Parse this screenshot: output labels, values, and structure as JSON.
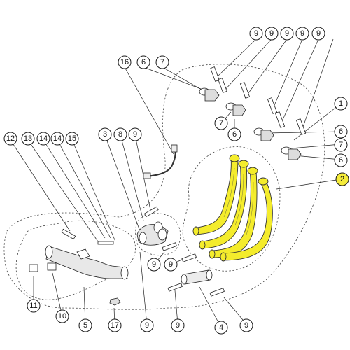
{
  "diagram": {
    "highlight_color": "#f5ec3a",
    "callouts": [
      {
        "id": "9a",
        "label": "9"
      },
      {
        "id": "9b",
        "label": "9"
      },
      {
        "id": "9c",
        "label": "9"
      },
      {
        "id": "9d",
        "label": "9"
      },
      {
        "id": "9e",
        "label": "9"
      },
      {
        "id": "16",
        "label": "16"
      },
      {
        "id": "6a",
        "label": "6"
      },
      {
        "id": "7a",
        "label": "7"
      },
      {
        "id": "1",
        "label": "1"
      },
      {
        "id": "7b",
        "label": "7"
      },
      {
        "id": "6b",
        "label": "6"
      },
      {
        "id": "6c",
        "label": "6"
      },
      {
        "id": "7c",
        "label": "7"
      },
      {
        "id": "6d",
        "label": "6"
      },
      {
        "id": "2",
        "label": "2",
        "highlighted": true
      },
      {
        "id": "12",
        "label": "12"
      },
      {
        "id": "13",
        "label": "13"
      },
      {
        "id": "14a",
        "label": "14"
      },
      {
        "id": "14b",
        "label": "14"
      },
      {
        "id": "15",
        "label": "15"
      },
      {
        "id": "3",
        "label": "3"
      },
      {
        "id": "8",
        "label": "8"
      },
      {
        "id": "9f",
        "label": "9"
      },
      {
        "id": "9g",
        "label": "9"
      },
      {
        "id": "9h",
        "label": "9"
      },
      {
        "id": "9i",
        "label": "9"
      },
      {
        "id": "9j",
        "label": "9"
      },
      {
        "id": "9k",
        "label": "9"
      },
      {
        "id": "11",
        "label": "11"
      },
      {
        "id": "10",
        "label": "10"
      },
      {
        "id": "5",
        "label": "5"
      },
      {
        "id": "17",
        "label": "17"
      },
      {
        "id": "4",
        "label": "4"
      }
    ]
  }
}
